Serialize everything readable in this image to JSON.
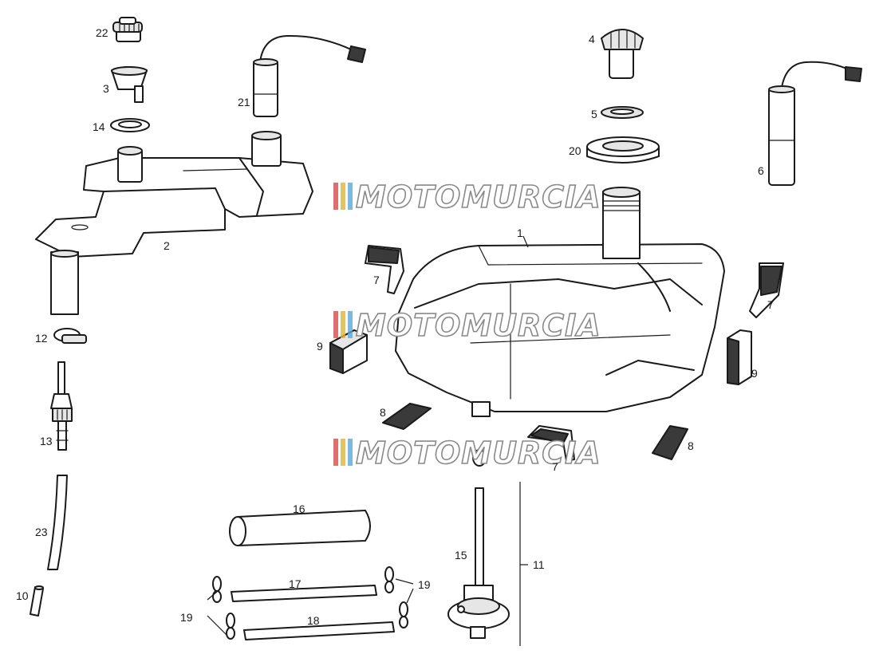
{
  "diagram": {
    "callouts": {
      "c1": "1",
      "c2": "2",
      "c3": "3",
      "c4": "4",
      "c5": "5",
      "c6": "6",
      "c7a": "7",
      "c7b": "7",
      "c7c": "7",
      "c8a": "8",
      "c8b": "8",
      "c9a": "9",
      "c9b": "9",
      "c10": "10",
      "c11": "11",
      "c12": "12",
      "c13": "13",
      "c14": "14",
      "c15": "15",
      "c16": "16",
      "c17": "17",
      "c18": "18",
      "c19a": "19",
      "c19b": "19",
      "c20": "20",
      "c21": "21",
      "c22": "22",
      "c23": "23"
    },
    "watermark": {
      "text": "MOTOMURCIA",
      "stripe_colors": [
        "#d94a4a",
        "#e0b43a",
        "#5aa7d6"
      ]
    },
    "colors": {
      "ink": "#1a1a1a",
      "paper": "#ffffff"
    }
  }
}
